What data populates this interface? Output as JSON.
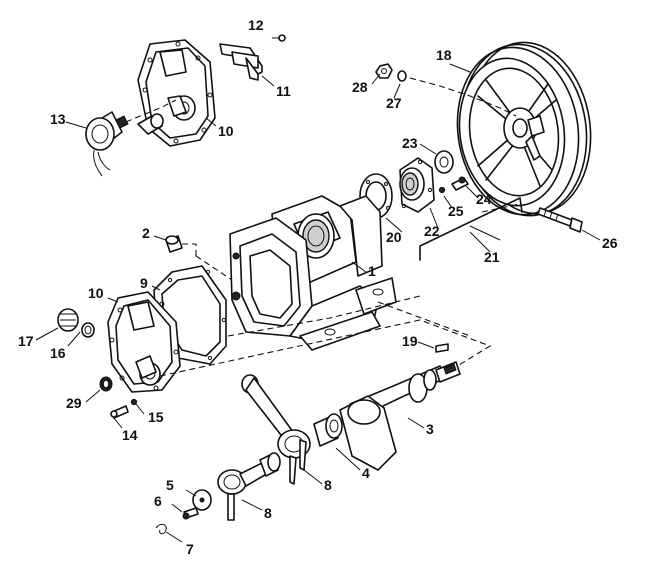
{
  "callouts": [
    {
      "id": "c1",
      "text": "1"
    },
    {
      "id": "c2",
      "text": "2"
    },
    {
      "id": "c3",
      "text": "3"
    },
    {
      "id": "c4",
      "text": "4"
    },
    {
      "id": "c5",
      "text": "5"
    },
    {
      "id": "c6",
      "text": "6"
    },
    {
      "id": "c7",
      "text": "7"
    },
    {
      "id": "c8a",
      "text": "8"
    },
    {
      "id": "c8b",
      "text": "8"
    },
    {
      "id": "c9",
      "text": "9"
    },
    {
      "id": "c10a",
      "text": "10"
    },
    {
      "id": "c10b",
      "text": "10"
    },
    {
      "id": "c11",
      "text": "11"
    },
    {
      "id": "c12",
      "text": "12"
    },
    {
      "id": "c13",
      "text": "13"
    },
    {
      "id": "c14",
      "text": "14"
    },
    {
      "id": "c15",
      "text": "15"
    },
    {
      "id": "c16",
      "text": "16"
    },
    {
      "id": "c17",
      "text": "17"
    },
    {
      "id": "c18",
      "text": "18"
    },
    {
      "id": "c19",
      "text": "19"
    },
    {
      "id": "c20",
      "text": "20"
    },
    {
      "id": "c21",
      "text": "21"
    },
    {
      "id": "c22",
      "text": "22"
    },
    {
      "id": "c23",
      "text": "23"
    },
    {
      "id": "c24",
      "text": "24"
    },
    {
      "id": "c25",
      "text": "25"
    },
    {
      "id": "c26",
      "text": "26"
    },
    {
      "id": "c27",
      "text": "27"
    },
    {
      "id": "c28",
      "text": "28"
    },
    {
      "id": "c29",
      "text": "29"
    }
  ]
}
